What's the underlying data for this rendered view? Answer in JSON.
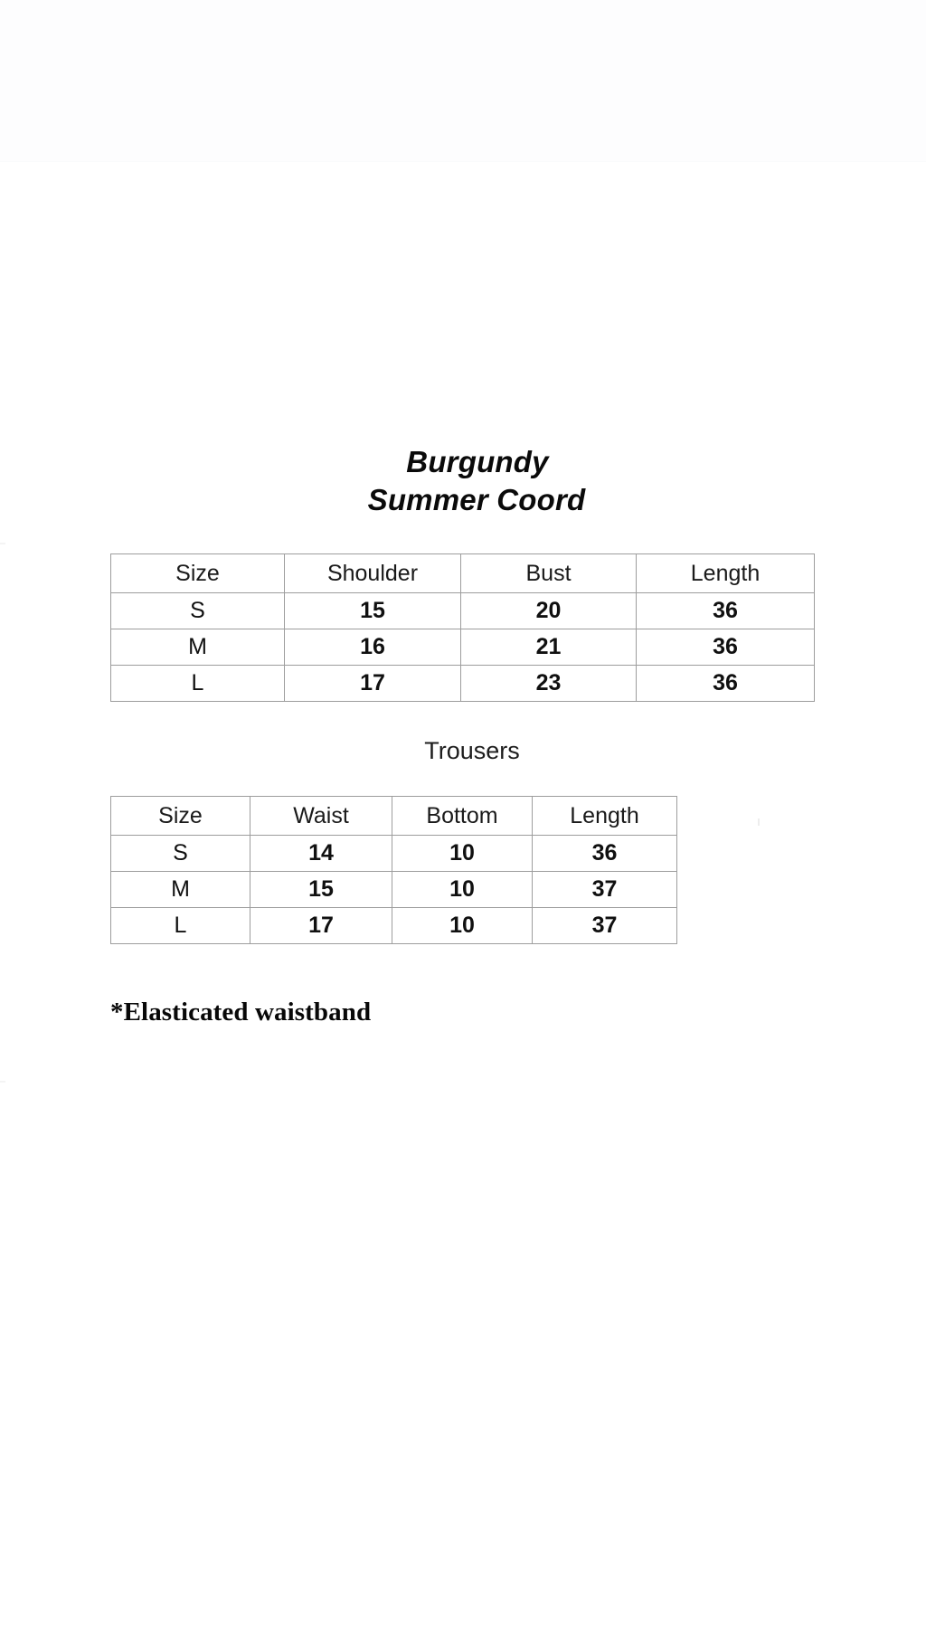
{
  "document": {
    "title_line_1": "Burgundy",
    "title_line_2": "Summer Coord",
    "section_label": "Trousers",
    "footnote": "*Elasticated waistband",
    "background_color": "#ffffff",
    "text_color": "#101010",
    "border_color": "#9d9d9d"
  },
  "top_table": {
    "columns": [
      "Size",
      "Shoulder",
      "Bust",
      "Length"
    ],
    "rows": [
      [
        "S",
        "15",
        "20",
        "36"
      ],
      [
        "M",
        "16",
        "21",
        "36"
      ],
      [
        "L",
        "17",
        "23",
        "36"
      ]
    ]
  },
  "bottom_table": {
    "columns": [
      "Size",
      "Waist",
      "Bottom",
      "Length"
    ],
    "rows": [
      [
        "S",
        "14",
        "10",
        "36"
      ],
      [
        "M",
        "15",
        "10",
        "37"
      ],
      [
        "L",
        "17",
        "10",
        "37"
      ]
    ]
  },
  "chart_data": {
    "type": "table",
    "title": "Burgundy Summer Coord",
    "tables": [
      {
        "name": "Top",
        "columns": [
          "Size",
          "Shoulder",
          "Bust",
          "Length"
        ],
        "rows": [
          [
            "S",
            15,
            20,
            36
          ],
          [
            "M",
            16,
            21,
            36
          ],
          [
            "L",
            17,
            23,
            36
          ]
        ]
      },
      {
        "name": "Trousers",
        "columns": [
          "Size",
          "Waist",
          "Bottom",
          "Length"
        ],
        "rows": [
          [
            "S",
            14,
            10,
            36
          ],
          [
            "M",
            15,
            10,
            37
          ],
          [
            "L",
            17,
            10,
            37
          ]
        ]
      }
    ],
    "annotations": [
      "*Elasticated waistband"
    ]
  }
}
